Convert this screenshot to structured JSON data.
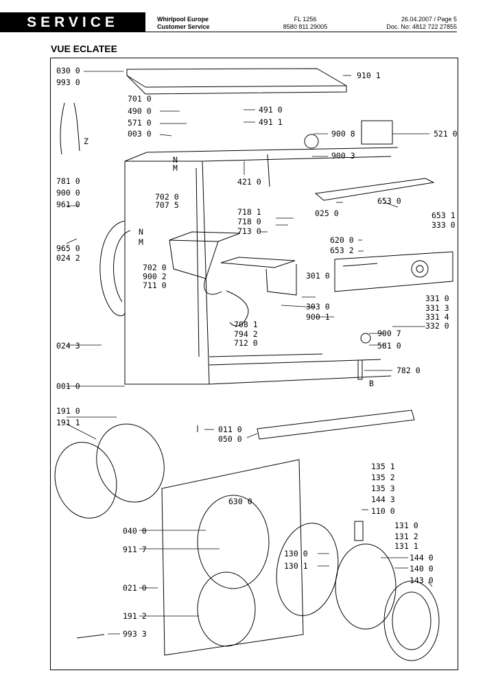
{
  "header": {
    "service_label": "SERVICE",
    "company_line1": "Whirlpool Europe",
    "company_line2": "Customer Service",
    "model_line1": "FL 1256",
    "model_line2": "8580 811 29005",
    "date_page": "26.04.2007 / Page 5",
    "doc_no": "Doc. No: 4812 722 27855"
  },
  "title": "VUE ECLATEE",
  "part_labels": [
    "030 0",
    "993 0",
    "701 0",
    "490 0",
    "571 0",
    "003 0",
    "491 0",
    "491 1",
    "910 1",
    "900 8",
    "521 0",
    "900 3",
    "Z",
    "N",
    "M",
    "781 0",
    "900 0",
    "961 0",
    "421 0",
    "702 0",
    "707 5",
    "653 0",
    "025 0",
    "718 1",
    "718 0",
    "713 0",
    "653 1",
    "333 0",
    "N",
    "M",
    "965 0",
    "024 2",
    "620 0",
    "653 2",
    "702 0",
    "900 2",
    "711 0",
    "301 0",
    "331 0",
    "331 3",
    "303 0",
    "331 4",
    "900 1",
    "332 0",
    "708 1",
    "794 2",
    "712 0",
    "900 7",
    "581 0",
    "024 3",
    "782 0",
    "B",
    "001 0",
    "191 0",
    "191 1",
    "011 0",
    "050 0",
    "135 1",
    "135 2",
    "135 3",
    "144 3",
    "110 0",
    "630 0",
    "131 0",
    "131 2",
    "131 1",
    "040 0",
    "911 7",
    "130 0",
    "130 1",
    "144 0",
    "140 0",
    "143 0",
    "021 0",
    "191 2",
    "993 3"
  ]
}
